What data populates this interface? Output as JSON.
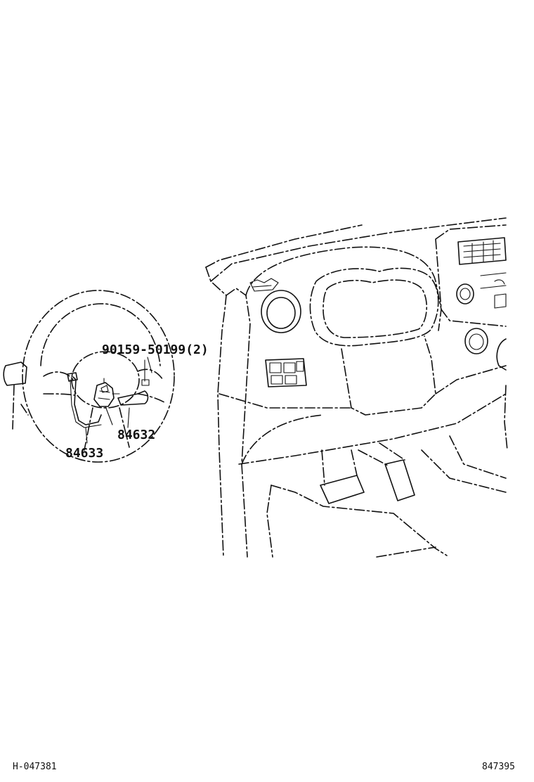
{
  "labels": {
    "bolt": "90159-50199(2)",
    "part_84632": "84632",
    "part_84633": "84633"
  },
  "footer": {
    "left_code": "H-047381",
    "right_code": "847395"
  }
}
